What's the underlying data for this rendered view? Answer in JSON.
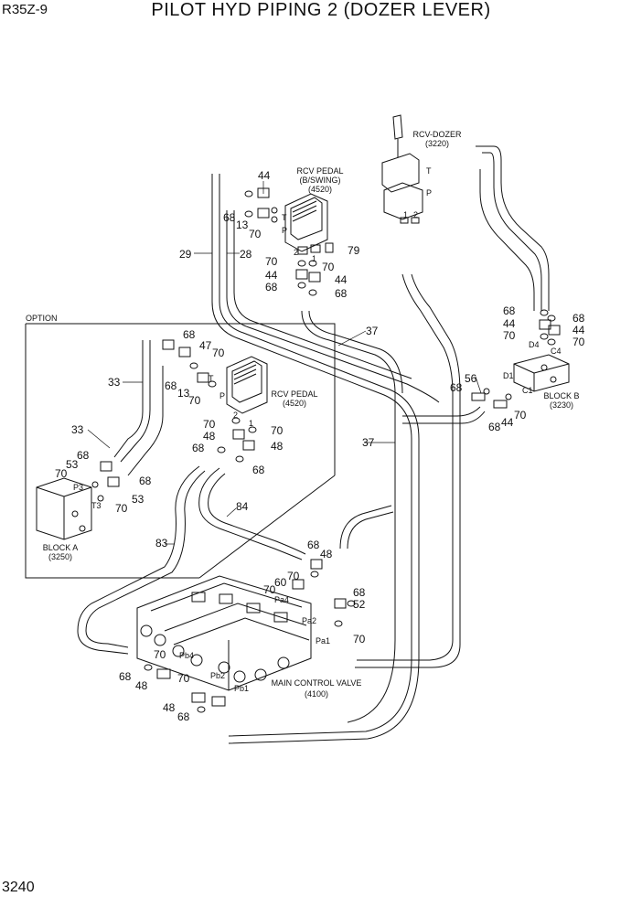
{
  "header": {
    "model": "R35Z-9",
    "title": "PILOT HYD PIPING 2 (DOZER LEVER)"
  },
  "footer": {
    "page_number": "3240"
  },
  "option_label": "OPTION",
  "components": {
    "rcv_dozer": {
      "name": "RCV-DOZER",
      "code": "(3220)"
    },
    "rcv_pedal_swing_name": "RCV PEDAL",
    "rcv_pedal_swing_sub": "(B/SWING)",
    "rcv_pedal_swing_code": "(4520)",
    "rcv_pedal_option": {
      "name": "RCV PEDAL",
      "code": "(4520)"
    },
    "block_a": {
      "name": "BLOCK A",
      "code": "(3250)"
    },
    "block_b": {
      "name": "BLOCK B",
      "code": "(3230)"
    },
    "main_control_valve": {
      "name": "MAIN CONTROL VALVE",
      "code": "(4100)"
    }
  },
  "part_numbers": {
    "p44a": "44",
    "p68a": "68",
    "p13a": "13",
    "p70a": "70",
    "p29": "29",
    "p28": "28",
    "p70b": "70",
    "p70c": "70",
    "p44b": "44",
    "p44c": "44",
    "p68b": "68",
    "p68c": "68",
    "p79": "79",
    "p37a": "37",
    "p37b": "37",
    "p68d": "68",
    "p44d": "44",
    "p70d": "70",
    "p68e": "68",
    "p44e": "44",
    "p70e": "70",
    "p56": "56",
    "p68f": "68",
    "p68g": "68",
    "p44f": "44",
    "p70f": "70",
    "p33a": "33",
    "p33b": "33",
    "p68h": "68",
    "p47": "47",
    "p70g": "70",
    "p68i": "68",
    "p13b": "13",
    "p70h": "70",
    "p70i": "70",
    "p48a": "48",
    "p68j": "68",
    "p70j": "70",
    "p48b": "48",
    "p68k": "68",
    "p68l": "68",
    "p53a": "53",
    "p70k": "70",
    "p68m": "68",
    "p53b": "53",
    "p70l": "70",
    "p84": "84",
    "p83": "83",
    "p68n": "68",
    "p48c": "48",
    "p70m": "70",
    "p60": "60",
    "p70n": "70",
    "p68o": "68",
    "p52": "52",
    "p70o": "70",
    "p70p": "70",
    "p68p": "68",
    "p48d": "48",
    "p70q": "70",
    "p48e": "48",
    "p68q": "68"
  },
  "port_labels": {
    "T_swing": "T",
    "P_swing": "P",
    "n2_swing": "2",
    "n1_swing": "1",
    "T_dozer": "T",
    "P_dozer": "P",
    "n1_dozer": "1",
    "n2_dozer": "2",
    "D1": "D1",
    "D4": "D4",
    "C1": "C1",
    "C4": "C4",
    "T_opt": "T",
    "P_opt": "P",
    "n2_opt": "2",
    "n1_opt": "1",
    "P3": "P3",
    "T3": "T3",
    "Pa4": "Pa4",
    "Pa2": "Pa2",
    "Pa1": "Pa1",
    "Pb4": "Pb4",
    "Pb2": "Pb2",
    "Pb1": "Pb1"
  },
  "colors": {
    "line": "#111111",
    "background": "#ffffff"
  }
}
